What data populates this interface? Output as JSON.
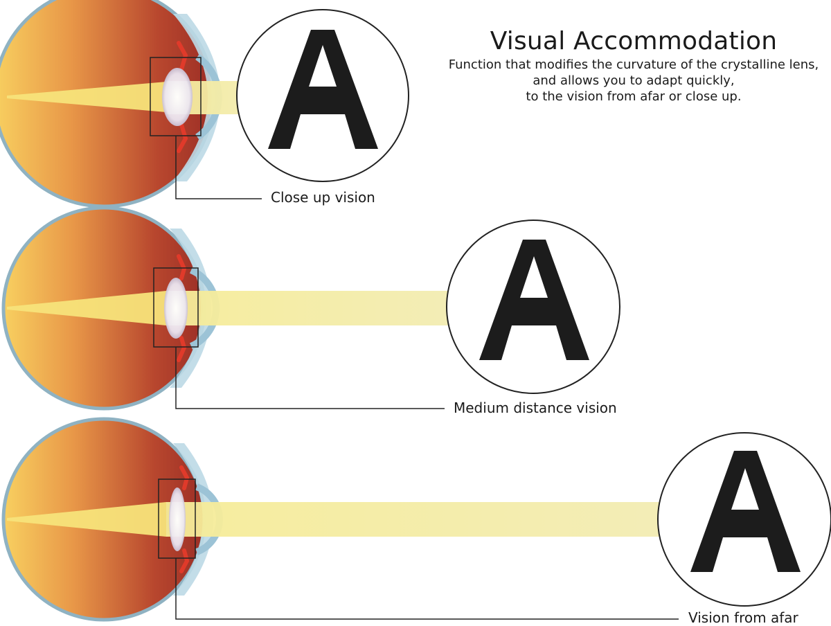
{
  "header": {
    "title": "Visual Accommodation",
    "description_lines": [
      "Function that modifies the curvature of the crystalline lens,",
      "and allows you to adapt quickly,",
      "to the vision from afar or close up."
    ]
  },
  "panels": [
    {
      "label": "Close up vision",
      "letter": "A"
    },
    {
      "label": "Medium distance vision",
      "letter": "A"
    },
    {
      "label": "Vision from afar",
      "letter": "A"
    }
  ],
  "colors": {
    "eye_inner_light": "#f7cf5e",
    "eye_inner_dark": "#a5332a",
    "eye_border": "#8fb2c2",
    "cornea": "#bcd9e6",
    "lens": "#f2eef5",
    "ciliary_muscle": "#e03a2a",
    "light_beam": "#f3eda6",
    "focus_ray": "#f5d94a",
    "line": "#222222",
    "letter": "#1c1c1c"
  }
}
